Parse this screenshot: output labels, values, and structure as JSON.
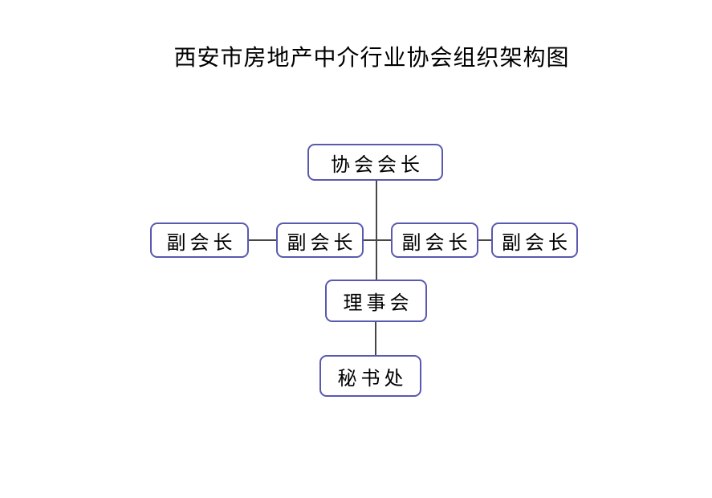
{
  "title": "西安市房地产中介行业协会组织架构图",
  "chart_data": {
    "type": "org-chart",
    "title": "西安市房地产中介行业协会组织架构图",
    "nodes": {
      "president": {
        "label": "协会会长"
      },
      "vice_presidents": [
        {
          "label": "副会长"
        },
        {
          "label": "副会长"
        },
        {
          "label": "副会长"
        },
        {
          "label": "副会长"
        }
      ],
      "council": {
        "label": "理事会"
      },
      "secretariat": {
        "label": "秘书处"
      }
    },
    "edges": [
      {
        "from": "president",
        "to": "council"
      },
      {
        "from": "vice_president_1",
        "to": "vice_president_2"
      },
      {
        "from": "vice_president_2",
        "to": "vice_president_3"
      },
      {
        "from": "vice_president_3",
        "to": "vice_president_4"
      },
      {
        "from": "council",
        "to": "secretariat"
      }
    ]
  },
  "colors": {
    "box_border": "#5959b0",
    "connector": "#474747",
    "text": "#000000",
    "background": "#ffffff"
  }
}
